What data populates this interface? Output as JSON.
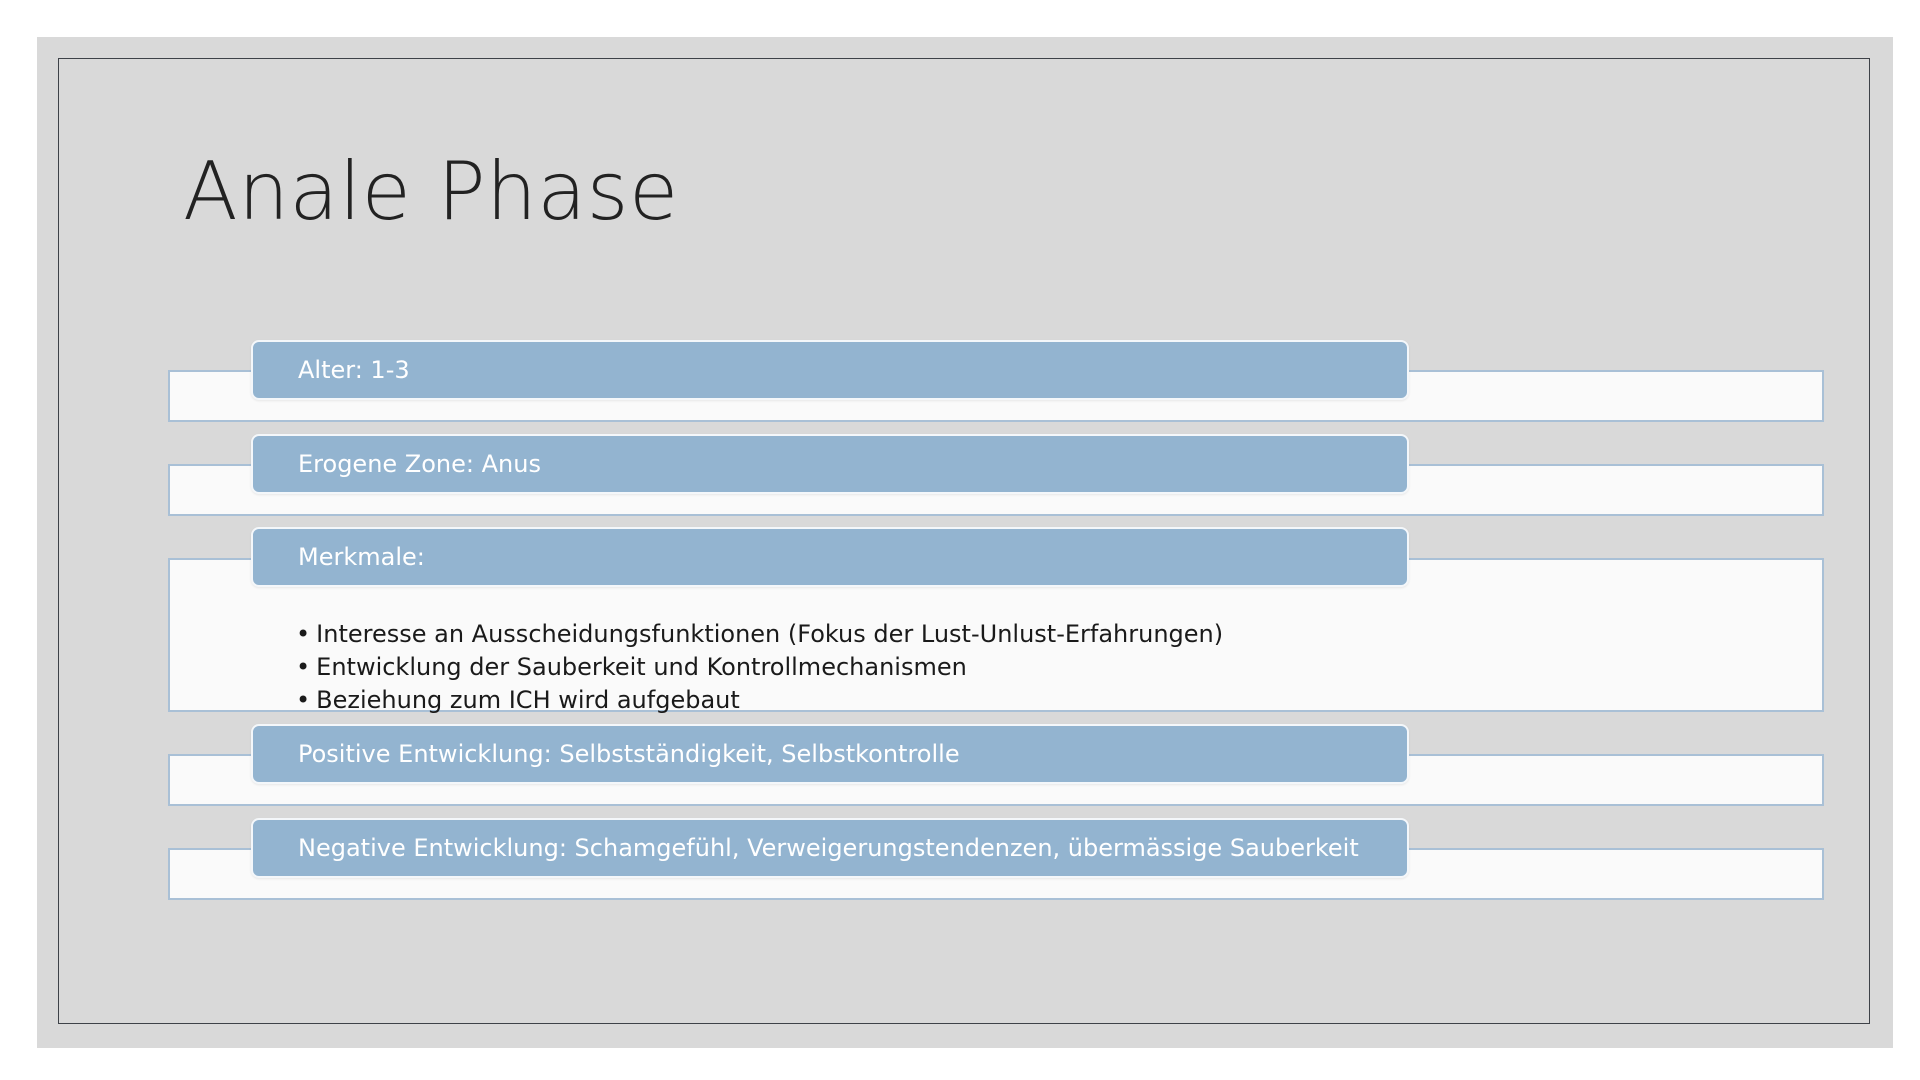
{
  "slide": {
    "title": "Anale Phase",
    "items": [
      {
        "header": "Alter: 1-3"
      },
      {
        "header": "Erogene Zone: Anus"
      },
      {
        "header": "Merkmale:",
        "bullets": [
          "Interesse an Ausscheidungsfunktionen (Fokus der Lust-Unlust-Erfahrungen)",
          "Entwicklung der Sauberkeit und Kontrollmechanismen",
          "Beziehung zum ICH wird aufgebaut"
        ]
      },
      {
        "header": "Positive Entwicklung: Selbstständigkeit, Selbstkontrolle"
      },
      {
        "header": "Negative Entwicklung: Schamgefühl, Verweigerungstendenzen, übermässige Sauberkeit"
      }
    ]
  },
  "colors": {
    "header_fill": "#93b4d0",
    "body_border": "#a9c0d6",
    "slide_background": "#d9d9d9",
    "frame": "#3e4248"
  }
}
